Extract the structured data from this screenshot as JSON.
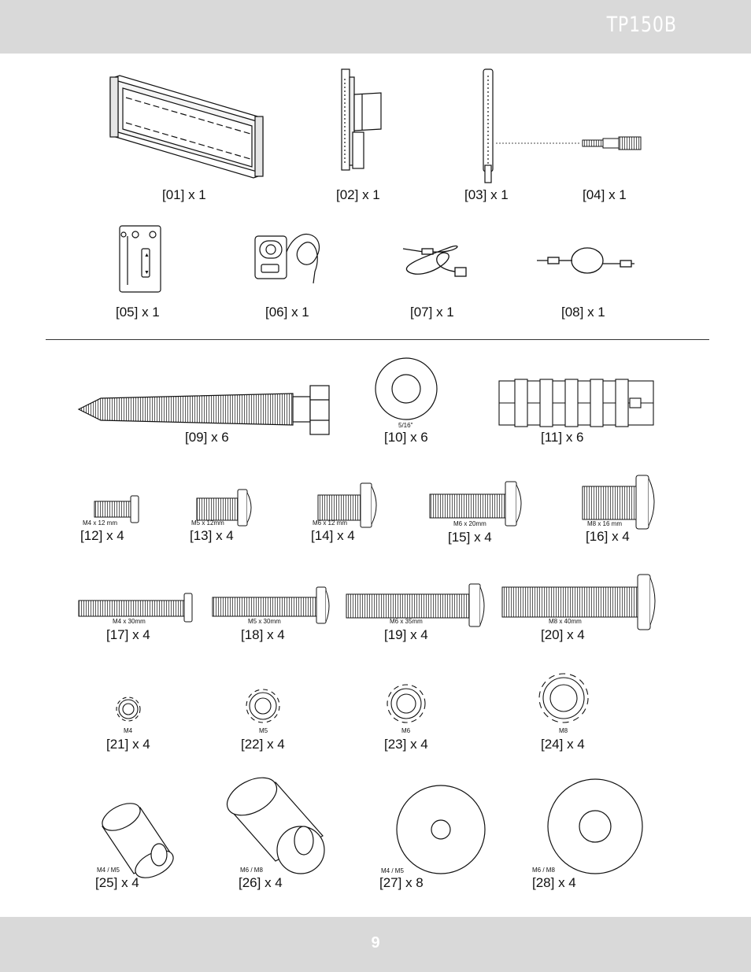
{
  "header": {
    "model": "TP150B"
  },
  "footer": {
    "page_number": "9"
  },
  "parts": [
    {
      "id": "01",
      "label": "[01] x 1"
    },
    {
      "id": "02",
      "label": "[02] x 1"
    },
    {
      "id": "03",
      "label": "[03] x 1"
    },
    {
      "id": "04",
      "label": "[04] x 1"
    },
    {
      "id": "05",
      "label": "[05] x 1"
    },
    {
      "id": "06",
      "label": "[06] x 1"
    },
    {
      "id": "07",
      "label": "[07] x 1"
    },
    {
      "id": "08",
      "label": "[08] x 1"
    },
    {
      "id": "09",
      "label": "[09] x 6"
    },
    {
      "id": "10",
      "label": "[10] x 6",
      "size": "5/16\""
    },
    {
      "id": "11",
      "label": "[11] x 6"
    },
    {
      "id": "12",
      "label": "[12] x 4",
      "size": "M4 x 12 mm"
    },
    {
      "id": "13",
      "label": "[13] x 4",
      "size": "M5 x 12mm"
    },
    {
      "id": "14",
      "label": "[14] x 4",
      "size": "M6 x 12 mm"
    },
    {
      "id": "15",
      "label": "[15] x 4",
      "size": "M6 x 20mm"
    },
    {
      "id": "16",
      "label": "[16] x 4",
      "size": "M8 x 16 mm"
    },
    {
      "id": "17",
      "label": "[17] x 4",
      "size": "M4 x 30mm"
    },
    {
      "id": "18",
      "label": "[18] x 4",
      "size": "M5 x 30mm"
    },
    {
      "id": "19",
      "label": "[19] x 4",
      "size": "M6 x 35mm"
    },
    {
      "id": "20",
      "label": "[20] x 4",
      "size": "M8 x 40mm"
    },
    {
      "id": "21",
      "label": "[21] x 4",
      "size": "M4"
    },
    {
      "id": "22",
      "label": "[22] x 4",
      "size": "M5"
    },
    {
      "id": "23",
      "label": "[23] x 4",
      "size": "M6"
    },
    {
      "id": "24",
      "label": "[24] x 4",
      "size": "M8"
    },
    {
      "id": "25",
      "label": "[25] x 4",
      "size": "M4 / M5"
    },
    {
      "id": "26",
      "label": "[26] x 4",
      "size": "M6 / M8"
    },
    {
      "id": "27",
      "label": "[27] x 8",
      "size": "M4 / M5"
    },
    {
      "id": "28",
      "label": "[28] x 4",
      "size": "M6 / M8"
    }
  ]
}
